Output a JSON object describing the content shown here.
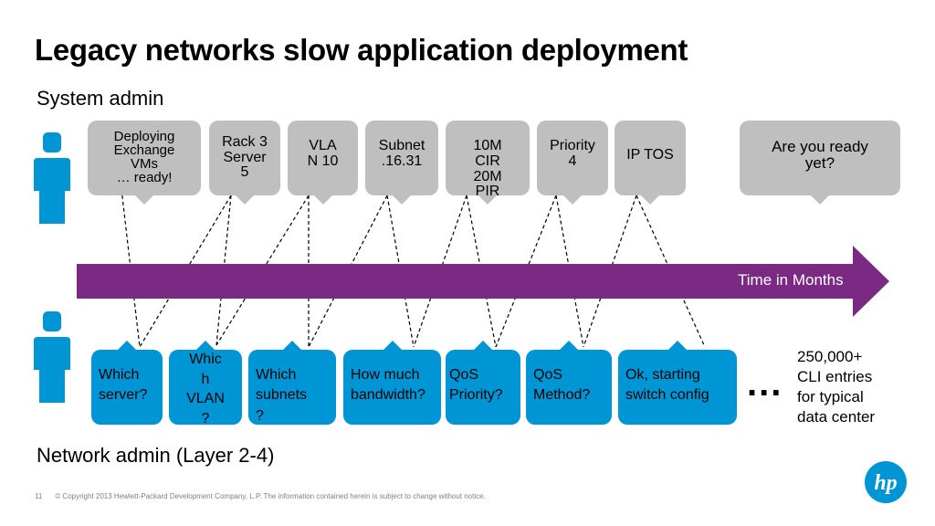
{
  "title": "Legacy networks slow application deployment",
  "system_admin_label": "System admin",
  "network_admin_label": "Network admin (Layer 2-4)",
  "sys_bubbles": [
    {
      "text": "Deploying\nExchange\nVMs\n… ready!"
    },
    {
      "text": "Rack 3\nServer\n5"
    },
    {
      "text": "VLA\nN 10"
    },
    {
      "text": "Subnet\n.16.31"
    },
    {
      "text": "10M\nCIR\n20M\nPIR"
    },
    {
      "text": "Priority\n4"
    },
    {
      "text": "IP TOS"
    },
    {
      "text": "Are you ready\nyet?"
    }
  ],
  "net_bubbles": [
    {
      "text": "Which\nserver?"
    },
    {
      "text": "Whic\nh\nVLAN\n?"
    },
    {
      "text": "Which\nsubnets\n?"
    },
    {
      "text": "How much\nbandwidth?"
    },
    {
      "text": "QoS\nPriority?"
    },
    {
      "text": "QoS\nMethod?"
    },
    {
      "text": "Ok, starting\nswitch config"
    }
  ],
  "timeline_label": "Time in Months",
  "ellipsis": "...",
  "cli_note": "250,000+\nCLI entries\nfor typical\ndata center",
  "footer_page": "11",
  "footer_text": "© Copyright 2013 Hewlett-Packard Development Company, L.P.  The information contained herein is subject to change without notice.",
  "logo_text": "hp",
  "colors": {
    "gray_bubble": "#bfbfbf",
    "blue_bubble": "#0096d6",
    "timeline": "#7b2a84",
    "person": "#0096d6"
  }
}
